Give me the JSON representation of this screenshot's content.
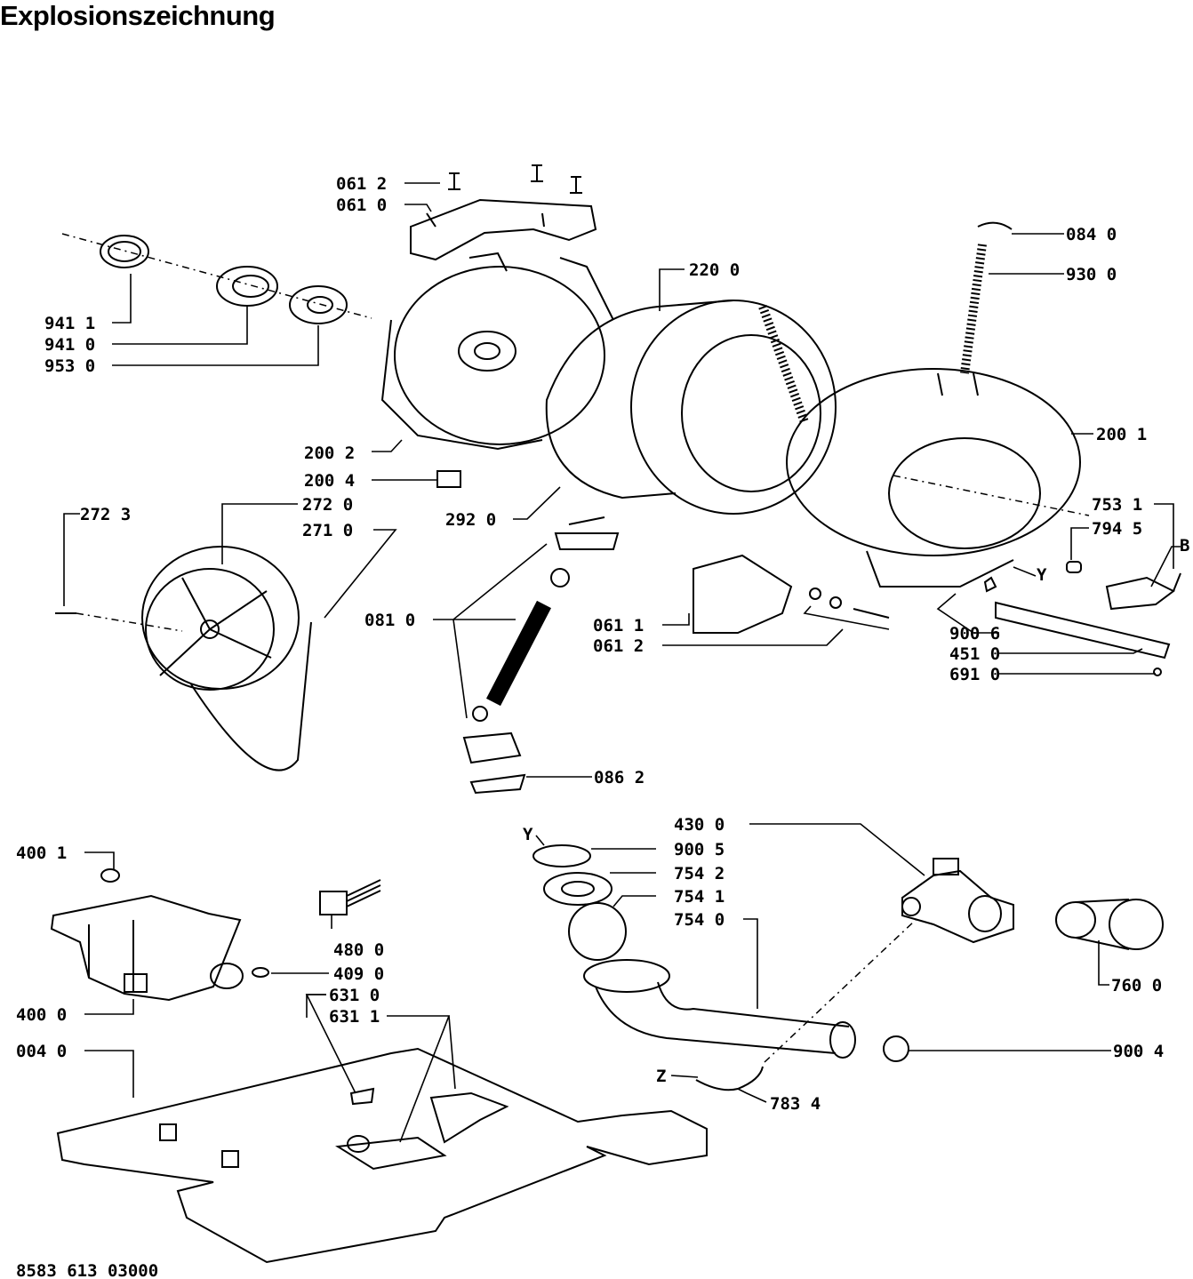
{
  "page": {
    "title": "Explosionszeichnung",
    "document_number": "8583 613 03000"
  },
  "labels": {
    "l_061_2_top": "061  2",
    "l_061_0_top": "061  0",
    "l_084_0": "084  0",
    "l_220_0": "220  0",
    "l_930_0": "930  0",
    "l_941_1": "941  1",
    "l_941_0": "941  0",
    "l_953_0": "953  0",
    "l_200_1": "200  1",
    "l_200_2": "200  2",
    "l_200_4": "200  4",
    "l_292_0": "292  0",
    "l_272_3": "272  3",
    "l_272_0": "272  0",
    "l_271_0": "271  0",
    "l_753_1": "753  1",
    "l_794_5": "794  5",
    "l_B": "B",
    "l_Y_upper": "Y",
    "l_081_0": "081  0",
    "l_061_1": "061  1",
    "l_061_2_mid": "061  2",
    "l_900_6": "900  6",
    "l_451_0": "451  0",
    "l_691_0": "691  0",
    "l_086_2": "086  2",
    "l_400_1": "400  1",
    "l_400_0": "400  0",
    "l_480_0": "480  0",
    "l_409_0": "409  0",
    "l_631_0": "631  0",
    "l_631_1": "631  1",
    "l_004_0": "004  0",
    "l_430_0": "430  0",
    "l_Y_lower": "Y",
    "l_900_5": "900  5",
    "l_754_2": "754  2",
    "l_754_1": "754  1",
    "l_754_0": "754  0",
    "l_760_0": "760  0",
    "l_900_4": "900  4",
    "l_Z": "Z",
    "l_783_4": "783  4"
  }
}
